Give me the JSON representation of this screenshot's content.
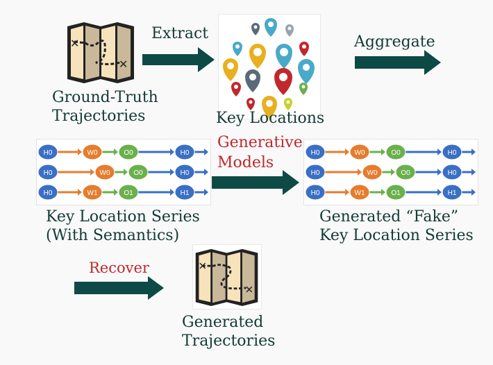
{
  "labels": {
    "extract": "Extract",
    "aggregate": "Aggregate",
    "ground_truth_1": "Ground-Truth",
    "ground_truth_2": "Trajectories",
    "key_locations": "Key Locations",
    "generative_1": "Generative",
    "generative_2": "Models",
    "kls_1": "Key Location Series",
    "kls_2": "(With Semantics)",
    "fake_1": "Generated “Fake”",
    "fake_2": "Key Location Series",
    "recover": "Recover",
    "gen_traj_1": "Generated",
    "gen_traj_2": "Trajectories"
  },
  "sequences": [
    [
      "H0",
      "W0",
      "O0",
      "H0"
    ],
    [
      "H0",
      "W0",
      "O0",
      "H0"
    ],
    [
      "H0",
      "W1",
      "O1",
      "H1"
    ]
  ],
  "node_colors": {
    "H": "#3a6fc4",
    "W": "#e67c2e",
    "O": "#6ab04c"
  },
  "arrow_color": "#0e4a45"
}
